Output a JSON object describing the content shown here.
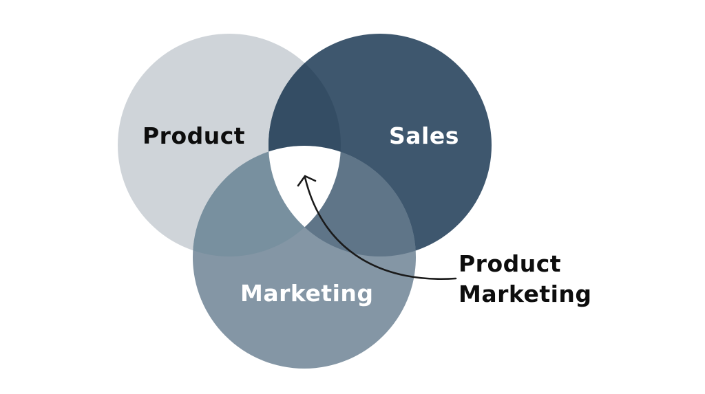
{
  "diagram": {
    "type": "venn",
    "sets": [
      {
        "id": "product",
        "label": "Product",
        "color": "#cfd4d9",
        "label_color": "#0d0d0d"
      },
      {
        "id": "sales",
        "label": "Sales",
        "color": "#3e576e",
        "label_color": "#ffffff"
      },
      {
        "id": "marketing",
        "label": "Marketing",
        "color": "#8496a5",
        "label_color": "#ffffff"
      }
    ],
    "intersections": [
      {
        "sets": [
          "product",
          "sales"
        ],
        "color": "#344d64"
      },
      {
        "sets": [
          "product",
          "marketing"
        ],
        "color": "#78909f"
      },
      {
        "sets": [
          "sales",
          "marketing"
        ],
        "color": "#5f7588"
      },
      {
        "sets": [
          "product",
          "sales",
          "marketing"
        ],
        "color": "#ffffff"
      }
    ],
    "callout": {
      "line1": "Product",
      "line2": "Marketing",
      "points_to": "product-sales-marketing intersection",
      "arrow_color": "#1a1a1a"
    }
  }
}
